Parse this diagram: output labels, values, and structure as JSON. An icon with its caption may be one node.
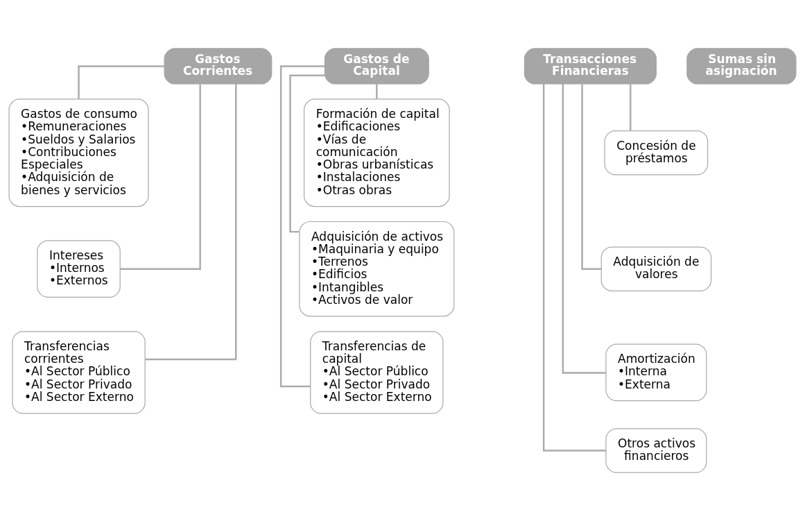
{
  "diagram": {
    "nodes": [
      {
        "text": [
          "Gastos Corrientes"
        ]
      },
      {
        "text": [
          "Gastos de consumo",
          "•Remuneraciones",
          "•Sueldos y Salarios",
          "•Contribuciones Especiales",
          "•Adquisición de bienes y servicios"
        ]
      },
      {
        "text": [
          "Intereses",
          "•Internos",
          "•Externos"
        ]
      },
      {
        "text": [
          "Transferencias corrientes",
          "•Al Sector Público",
          "•Al Sector Privado",
          "•Al Sector Externo"
        ]
      },
      {
        "text": [
          "Gastos de Capital"
        ]
      },
      {
        "text": [
          "Formación de capital",
          "•Edificaciones",
          "•Vías de comunicación",
          "•Obras urbanísticas",
          "•Instalaciones",
          "•Otras obras"
        ]
      },
      {
        "text": [
          "Adquisición de activos",
          "•Maquinaria y equipo",
          "•Terrenos",
          "•Edificios",
          "•Intangibles",
          "•Activos de valor"
        ]
      },
      {
        "text": [
          "Transferencias de capital",
          "•Al Sector Público",
          "•Al Sector Privado",
          "•Al Sector Externo"
        ]
      },
      {
        "text": [
          "Transacciones Financieras"
        ]
      },
      {
        "text": [
          "Concesión de préstamos"
        ]
      },
      {
        "text": [
          "Adquisición de valores"
        ]
      },
      {
        "text": [
          "Amortización",
          "•Interna",
          "•Externa"
        ]
      },
      {
        "text": [
          "Otros activos financieros"
        ]
      },
      {
        "text": [
          "Sumas sin asignación"
        ]
      }
    ],
    "edges": [
      {
        "from": 0,
        "to": 1,
        "arrow": "none"
      },
      {
        "from": 0,
        "to": 2,
        "arrow": "none"
      },
      {
        "from": 0,
        "to": 3,
        "arrow": "none"
      },
      {
        "from": 4,
        "to": 5,
        "arrow": "none"
      },
      {
        "from": 4,
        "to": 6,
        "arrow": "none"
      },
      {
        "from": 4,
        "to": 7,
        "arrow": "none"
      },
      {
        "from": 8,
        "to": 9,
        "arrow": "none"
      },
      {
        "from": 8,
        "to": 10,
        "arrow": "none"
      },
      {
        "from": 8,
        "to": 11,
        "arrow": "none"
      },
      {
        "from": 8,
        "to": 12,
        "arrow": "none"
      }
    ]
  }
}
